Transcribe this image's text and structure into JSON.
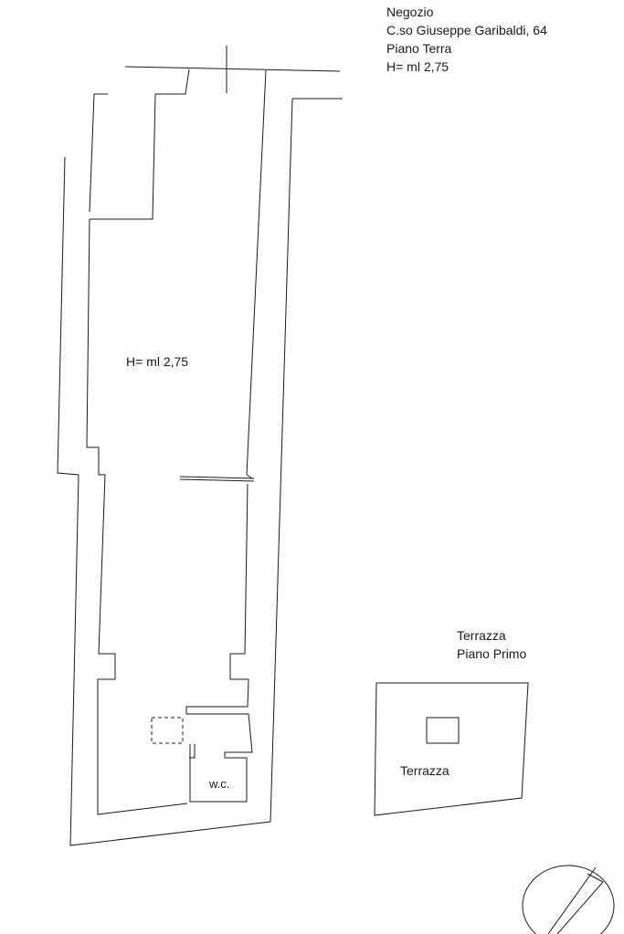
{
  "header": {
    "line1": "Negozio",
    "line2": "C.so Giuseppe Garibaldi, 64",
    "line3": "Piano Terra",
    "line4": "H= ml 2,75"
  },
  "rooms": {
    "shop_height": "H= ml 2,75",
    "wc_label": "w.c."
  },
  "terrace": {
    "title_line1": "Terrazza",
    "title_line2": "Piano Primo",
    "inside_label": "Terrazza"
  },
  "colors": {
    "line": "#1a1a1a",
    "background": "#ffffff"
  },
  "icons": {
    "north_arrow": "north-arrow-icon"
  }
}
